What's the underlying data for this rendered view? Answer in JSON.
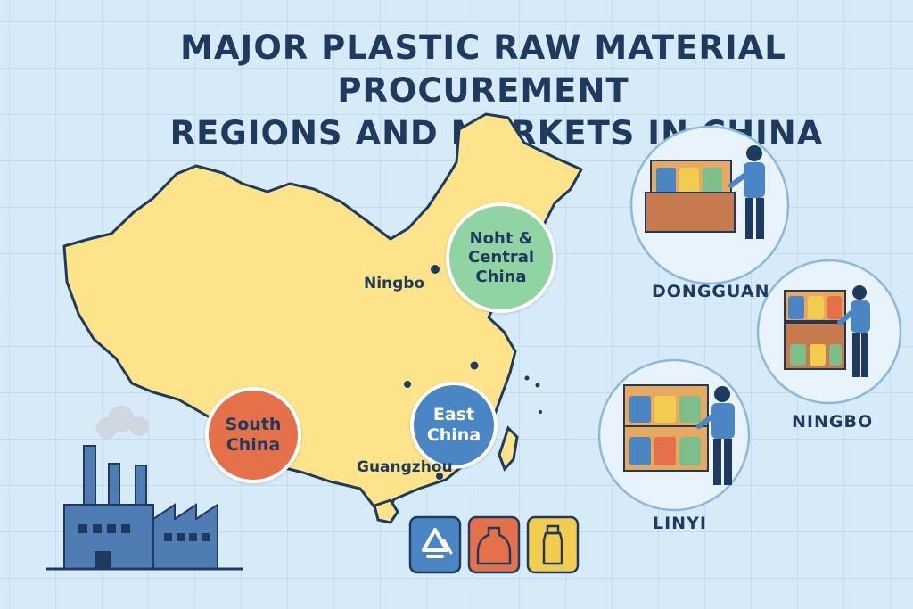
{
  "title": {
    "line1": "MAJOR PLASTIC RAW MATERIAL PROCUREMENT",
    "line2": "REGIONS AND MARKETS IN CHINA"
  },
  "regions": [
    {
      "line1": "Noht &",
      "line2": "Central",
      "line3": "China",
      "color": "#8fd4a2"
    },
    {
      "line1": "South",
      "line2": "China",
      "color": "#e5714a"
    },
    {
      "line1": "East",
      "line2": "China",
      "color": "#4a86c3"
    }
  ],
  "cities": {
    "ningbo": "Ningbo",
    "guangzhou": "Guangzhou"
  },
  "markets": {
    "dongguan": "DONGGUAN",
    "ningbo": "NINGBO",
    "linyi": "LINYI"
  },
  "icons": [
    "recycle-icon",
    "plastic-jug-icon",
    "plastic-bottle-icon"
  ],
  "colors": {
    "background": "#d6eaf8",
    "map_fill": "#fde38a",
    "map_outline": "#1f3a5f",
    "title": "#1f3a5f",
    "factory": "#4f7db3"
  }
}
